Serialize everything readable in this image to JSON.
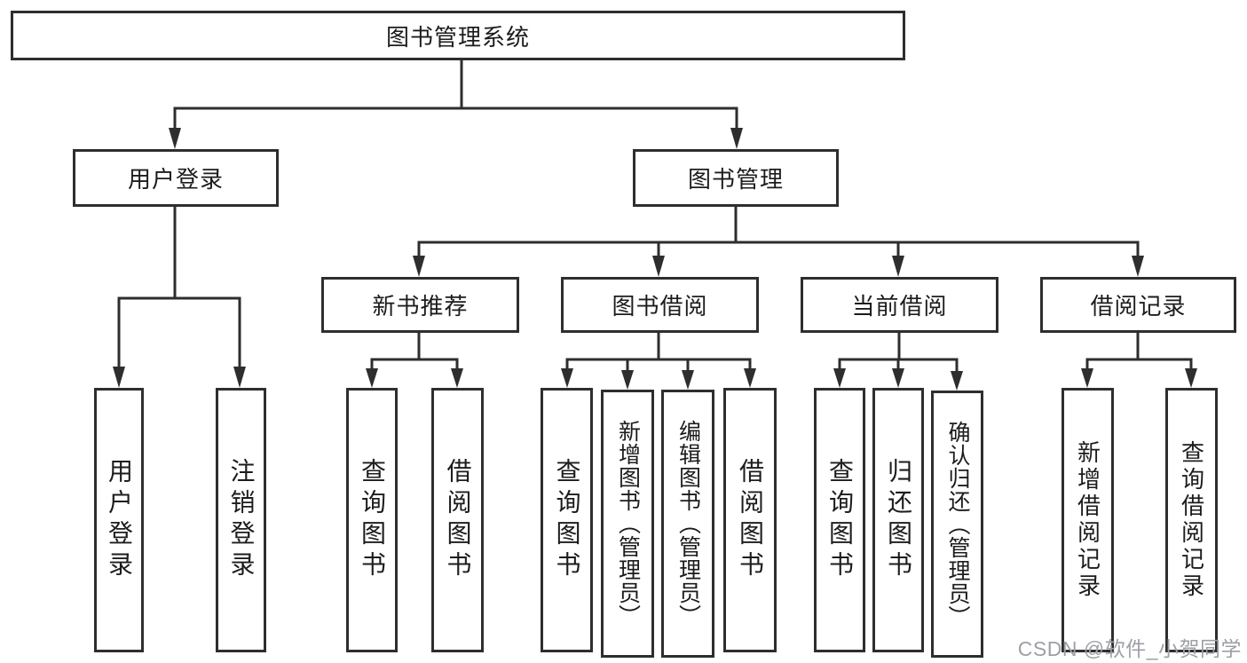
{
  "diagram": {
    "root": "图书管理系统",
    "branches": {
      "user_login": "用户登录",
      "book_mgmt": "图书管理"
    },
    "modules": {
      "new_book": "新书推荐",
      "book_borrow": "图书借阅",
      "current_borrow": "当前借阅",
      "borrow_records": "借阅记录"
    },
    "leaves": {
      "user_login_login": "用户登录",
      "user_login_logout": "注销登录",
      "new_book_query": "查询图书",
      "new_book_borrow": "借阅图书",
      "book_borrow_query": "查询图书",
      "book_borrow_add": "新增图书（管理员）",
      "book_borrow_edit": "编辑图书（管理员）",
      "book_borrow_borrow": "借阅图书",
      "current_query": "查询图书",
      "current_return": "归还图书",
      "current_confirm": "确认归还（管理员）",
      "records_add": "新增借阅记录",
      "records_query": "查询借阅记录"
    }
  },
  "watermark": "CSDN @软件_小贺同学",
  "colors": {
    "line": "#2e2e2e",
    "text": "#1c1c1c",
    "watermark": "#9da0a5",
    "background": "#ffffff"
  }
}
